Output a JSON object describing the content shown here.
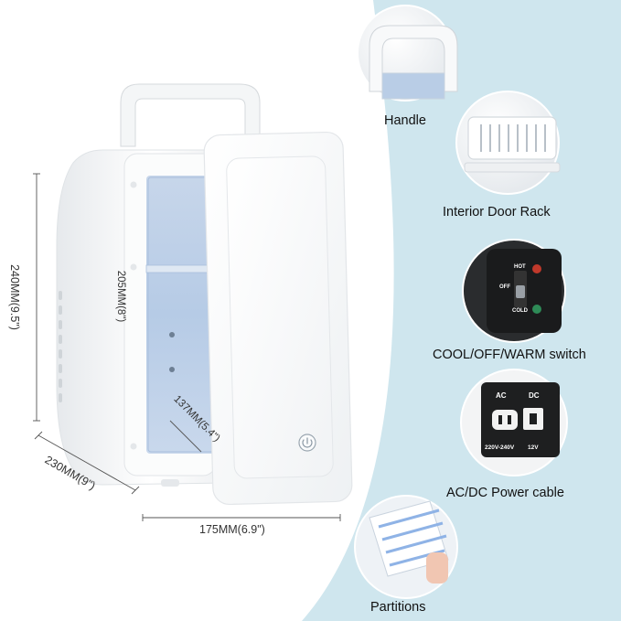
{
  "dimensions": {
    "height": "240MM(9.5\")",
    "inner_height": "205MM(8\")",
    "inner_depth": "137MM(5.4\")",
    "depth": "230MM(9\")",
    "width": "175MM(6.9\")"
  },
  "features": [
    {
      "label": "Handle"
    },
    {
      "label": "Interior Door Rack"
    },
    {
      "label": "COOL/OFF/WARM switch"
    },
    {
      "label": "AC/DC Power cable"
    },
    {
      "label": "Partitions"
    }
  ],
  "switch_panel": {
    "hot": "HOT",
    "off": "OFF",
    "cold": "COLD"
  },
  "power_panel": {
    "ac": "AC",
    "dc": "DC",
    "ac_voltage": "220V-240V",
    "dc_voltage": "12V"
  },
  "colors": {
    "background_blue": "#cfe6ee",
    "white": "#ffffff",
    "interior_blue": "#b9cde6"
  }
}
